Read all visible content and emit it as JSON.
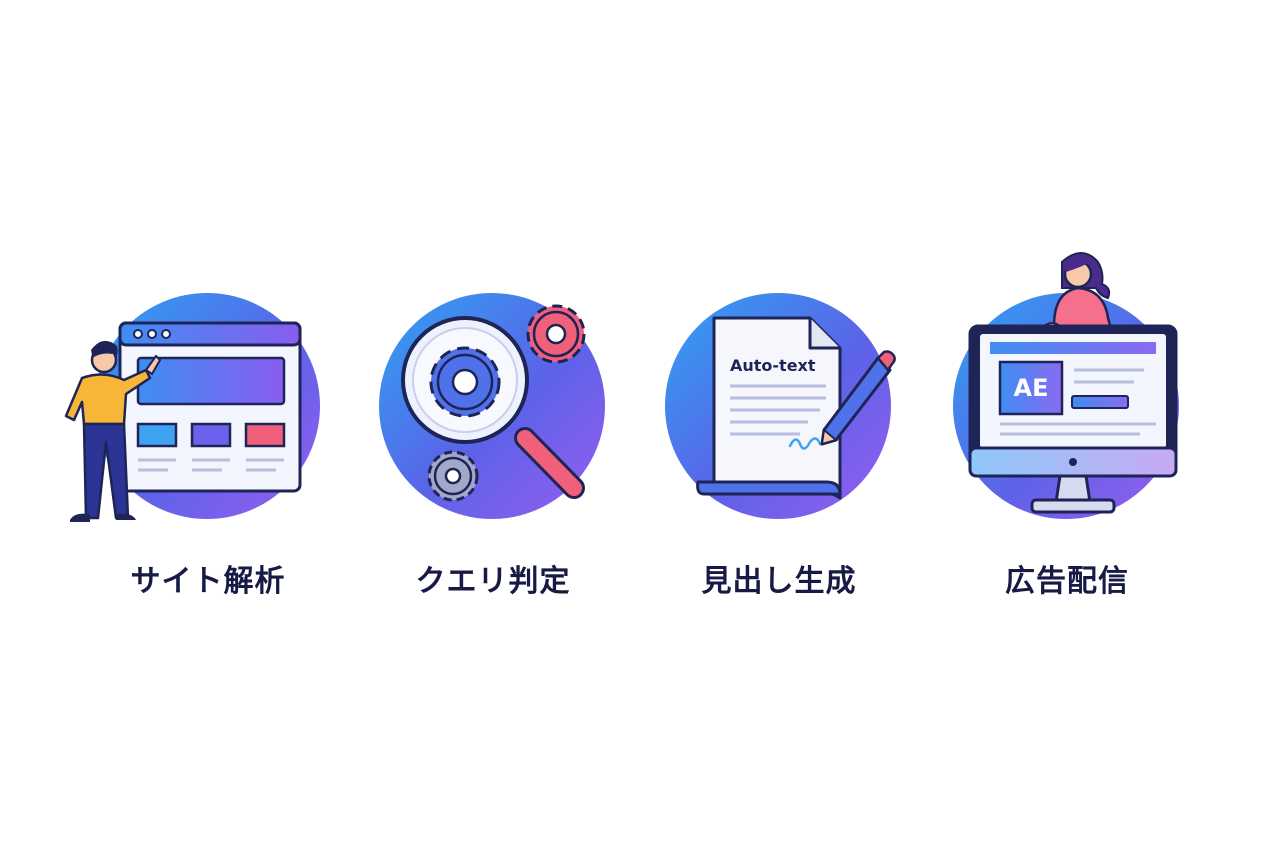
{
  "steps": [
    {
      "label": "サイト解析",
      "icon": "website-analysis-icon"
    },
    {
      "label": "クエリ判定",
      "icon": "magnifier-gears-icon"
    },
    {
      "label": "見出し生成",
      "icon": "document-pencil-icon"
    },
    {
      "label": "広告配信",
      "icon": "monitor-ad-icon"
    }
  ],
  "document": {
    "heading": "Auto-text"
  },
  "ad": {
    "badge": "AE"
  },
  "colors": {
    "gradient_start": "#2ea3f2",
    "gradient_mid": "#5b63e8",
    "gradient_end": "#9a5cf0",
    "outline": "#1f2457",
    "accent_red": "#f0607a",
    "person_yellow": "#f8b638",
    "person_pink": "#f4708c"
  }
}
